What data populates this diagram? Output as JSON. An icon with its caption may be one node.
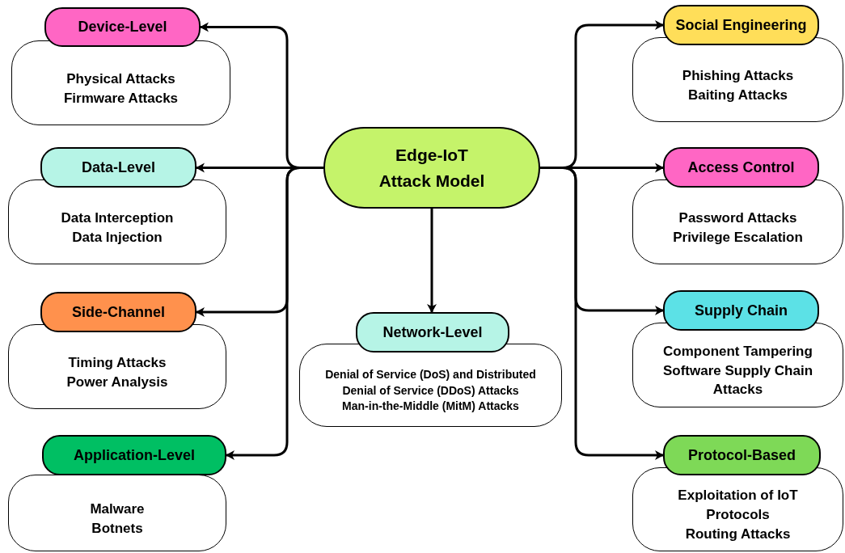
{
  "diagram": {
    "nodes": [
      {
        "text": [
          "Edge-IoT Attack Model"
        ]
      },
      {
        "text": [
          "Device-Level"
        ]
      },
      {
        "text": [
          "Physical Attacks",
          "Firmware Attacks"
        ]
      },
      {
        "text": [
          "Data-Level"
        ]
      },
      {
        "text": [
          "Data Interception",
          "Data Injection"
        ]
      },
      {
        "text": [
          "Side-Channel"
        ]
      },
      {
        "text": [
          "Timing Attacks",
          "Power Analysis"
        ]
      },
      {
        "text": [
          "Application-Level"
        ]
      },
      {
        "text": [
          "Malware",
          "Botnets"
        ]
      },
      {
        "text": [
          "Network-Level"
        ]
      },
      {
        "text": [
          "Denial of Service (DoS) and Distributed Denial of Service (DDoS) Attacks",
          "Man-in-the-Middle (MitM) Attacks"
        ]
      },
      {
        "text": [
          "Social Engineering"
        ]
      },
      {
        "text": [
          "Phishing Attacks",
          "Baiting Attacks"
        ]
      },
      {
        "text": [
          "Access Control"
        ]
      },
      {
        "text": [
          "Password Attacks",
          "Privilege Escalation"
        ]
      },
      {
        "text": [
          "Supply Chain"
        ]
      },
      {
        "text": [
          "Component Tampering",
          "Software Supply Chain Attacks"
        ]
      },
      {
        "text": [
          "Protocol-Based"
        ]
      },
      {
        "text": [
          "Exploitation of IoT Protocols",
          "Routing Attacks"
        ]
      }
    ],
    "edges": [
      {
        "from": 0,
        "to": 1,
        "arrow": "to"
      },
      {
        "from": 0,
        "to": 3,
        "arrow": "to"
      },
      {
        "from": 0,
        "to": 5,
        "arrow": "to"
      },
      {
        "from": 0,
        "to": 7,
        "arrow": "to"
      },
      {
        "from": 0,
        "to": 9,
        "arrow": "to"
      },
      {
        "from": 0,
        "to": 11,
        "arrow": "to"
      },
      {
        "from": 0,
        "to": 13,
        "arrow": "to"
      },
      {
        "from": 0,
        "to": 15,
        "arrow": "to"
      },
      {
        "from": 0,
        "to": 17,
        "arrow": "to"
      }
    ]
  }
}
